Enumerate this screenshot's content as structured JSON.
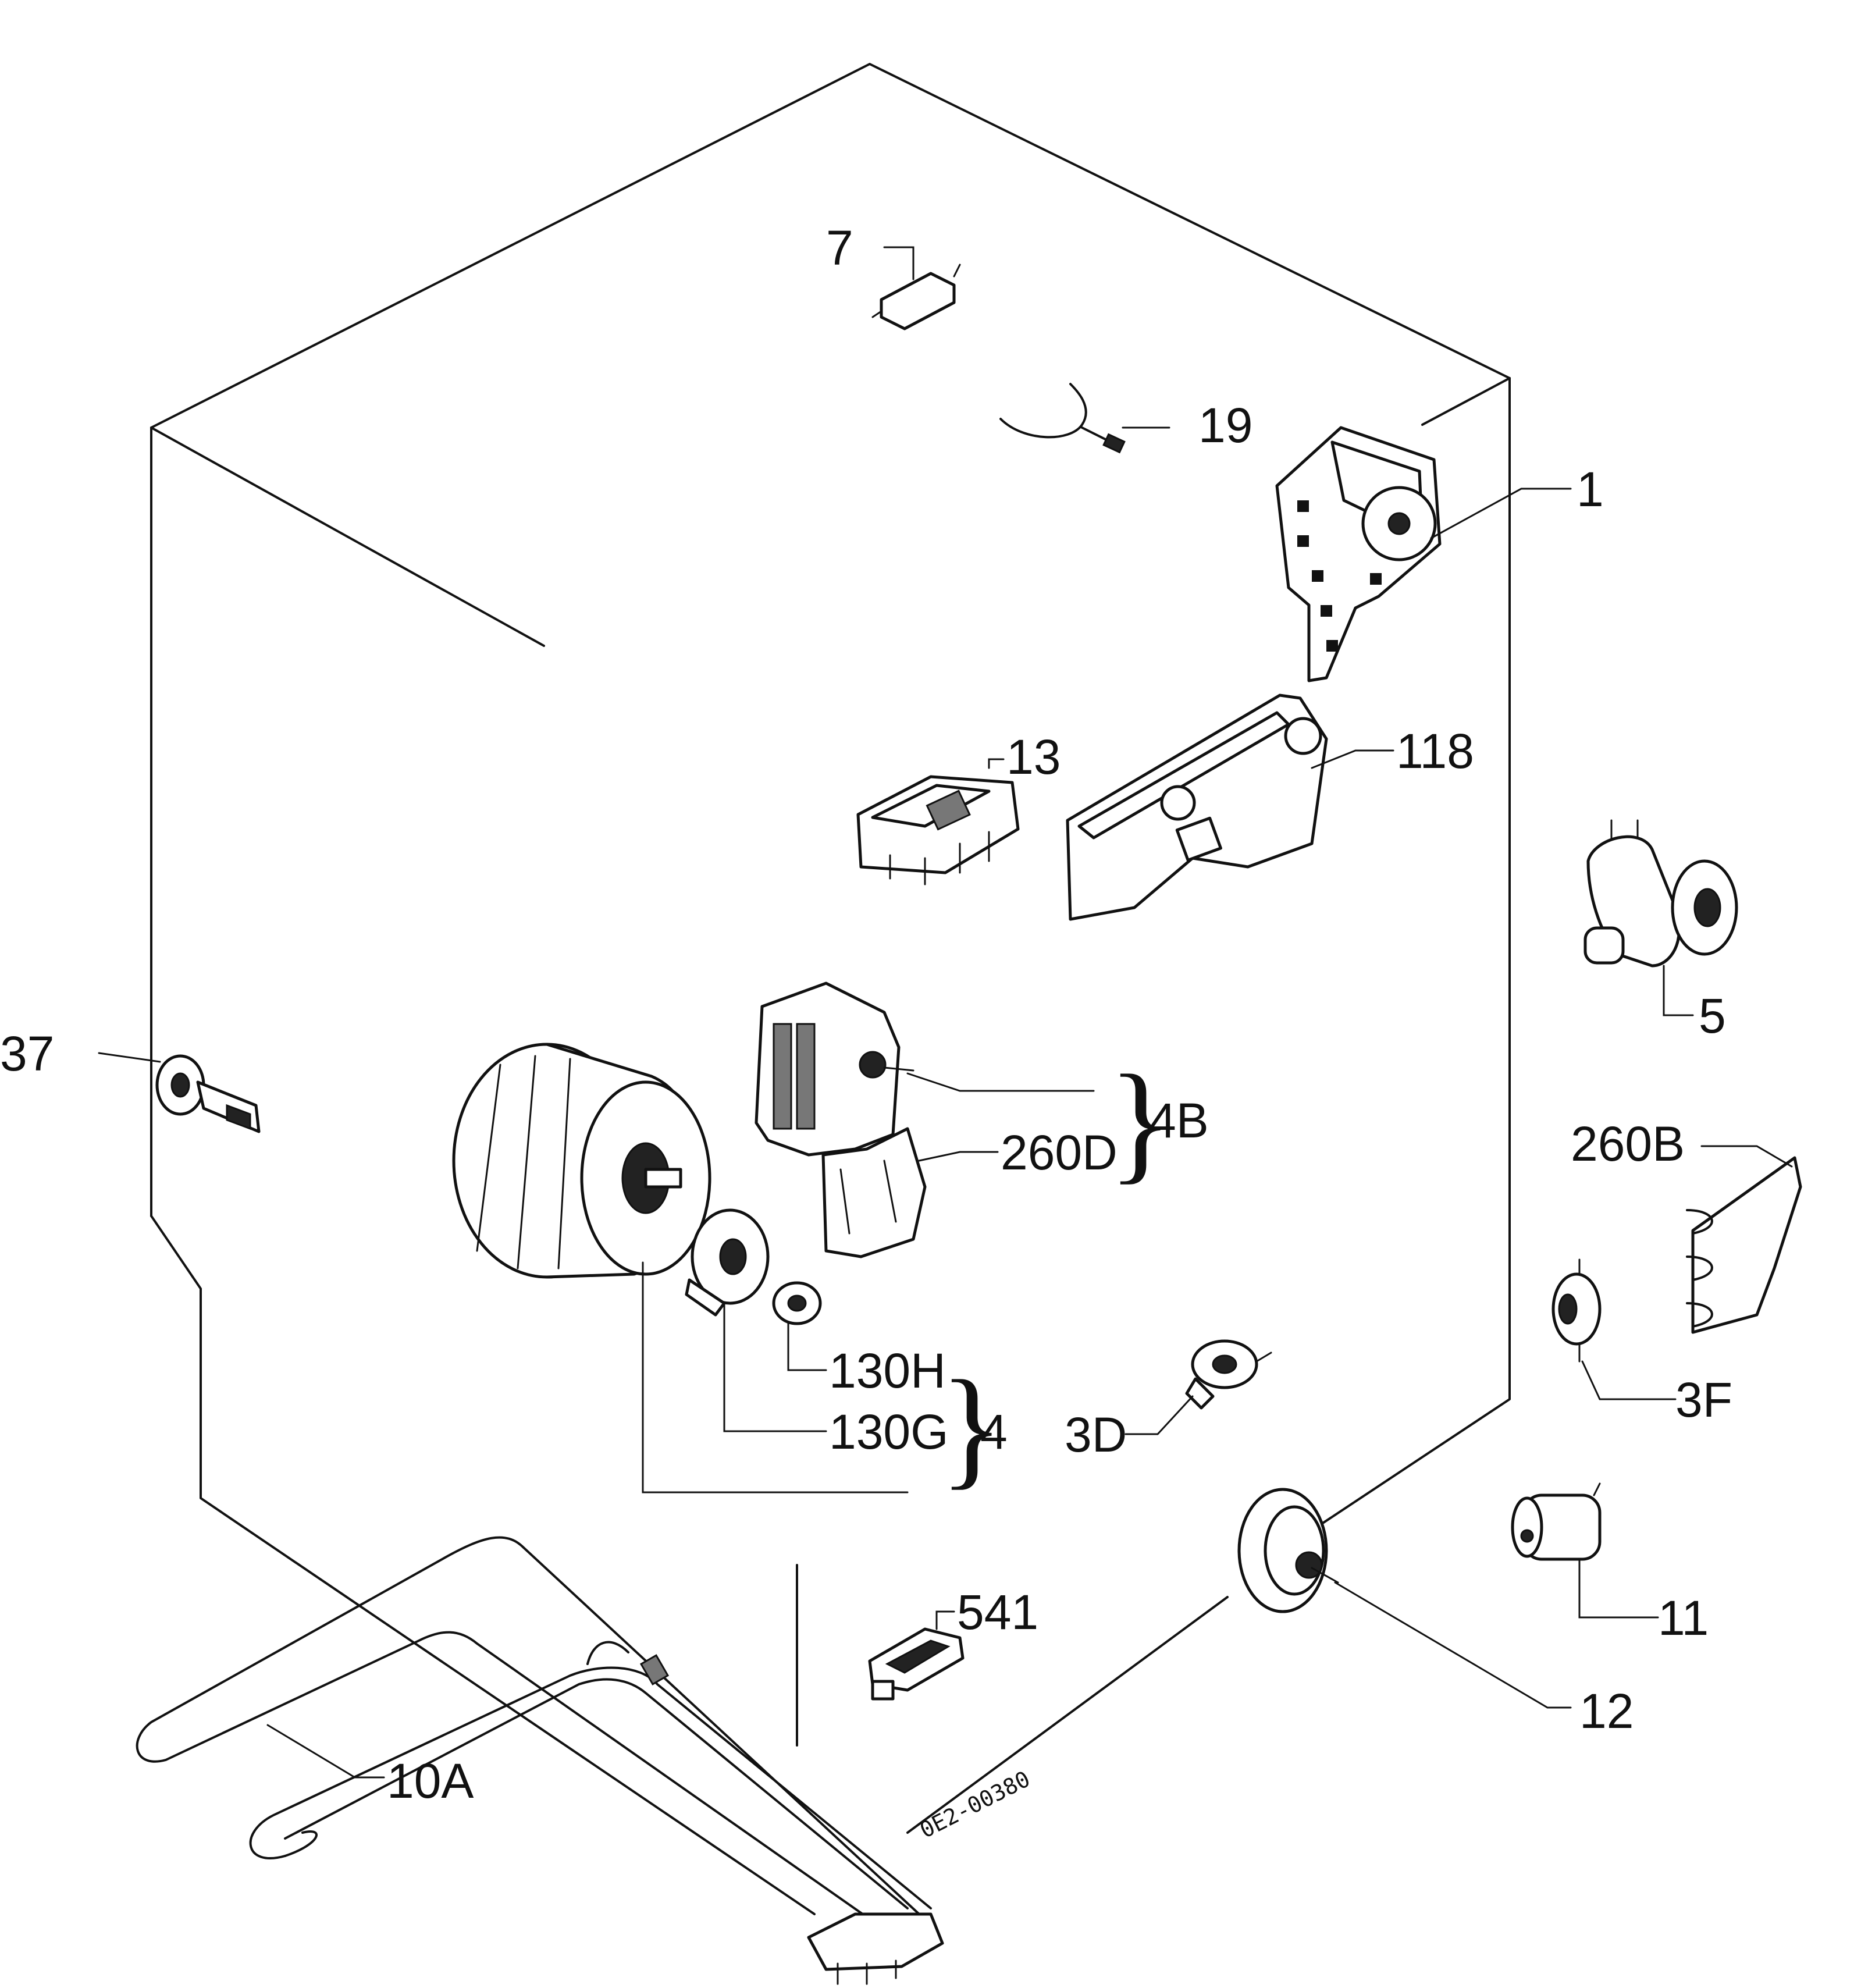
{
  "labels": {
    "p1": "1",
    "p4": "4",
    "p4b": "4B",
    "p5": "5",
    "p7": "7",
    "p10a": "10A",
    "p11": "11",
    "p12": "12",
    "p13": "13",
    "p19": "19",
    "p37": "37",
    "p118": "118",
    "p130g": "130G",
    "p130h": "130H",
    "p260b": "260B",
    "p260d": "260D",
    "p3d": "3D",
    "p3f": "3F",
    "p541": "541"
  },
  "drawing_code": "0E2-00380",
  "icons": {
    "timer": "program-timer-icon",
    "motor": "motor-icon",
    "pump": "drain-pump-icon",
    "valve": "water-valve-icon",
    "heater": "heating-element-icon"
  }
}
